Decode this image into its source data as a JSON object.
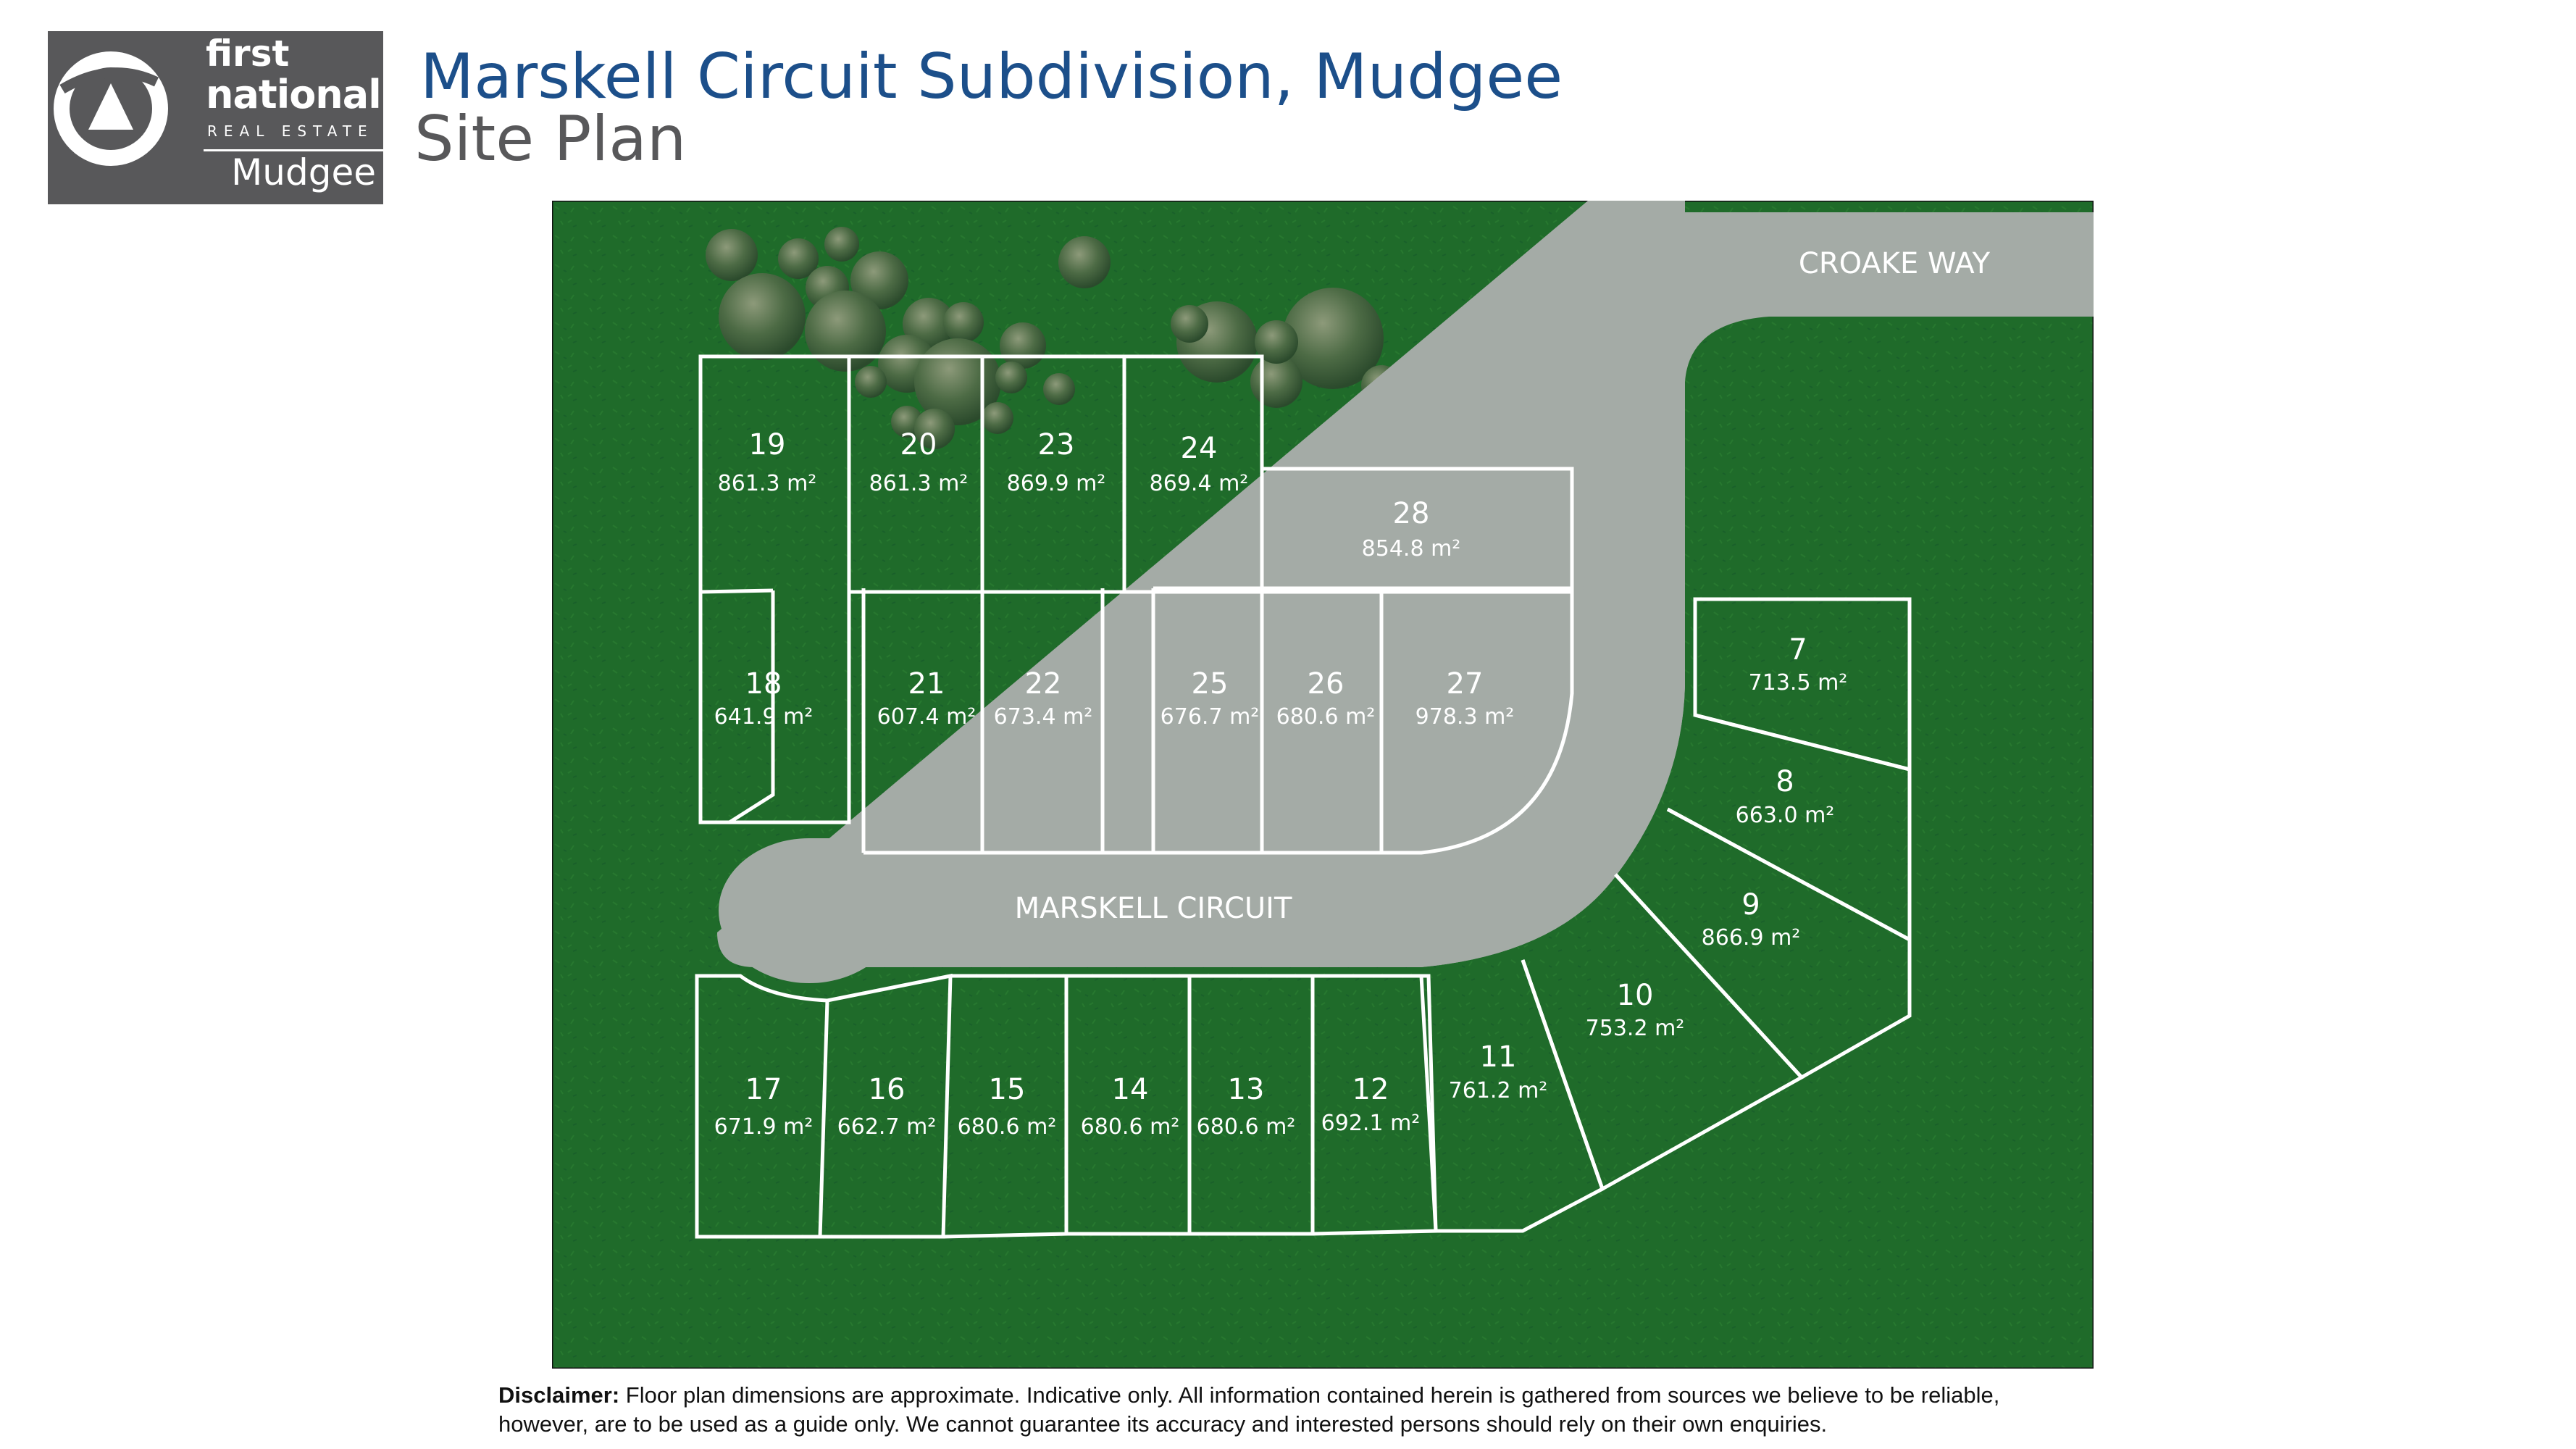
{
  "logo": {
    "line1": "first",
    "line2": "national",
    "line3": "REAL ESTATE",
    "town": "Mudgee"
  },
  "header": {
    "title": "Marskell Circuit Subdivision, Mudgee",
    "subtitle": "Site Plan"
  },
  "roads": {
    "croake_way": "CROAKE WAY",
    "marskell_circuit": "MARSKELL CIRCUIT"
  },
  "lots": [
    {
      "number": "19",
      "area": "861.3 m²"
    },
    {
      "number": "20",
      "area": "861.3 m²"
    },
    {
      "number": "23",
      "area": "869.9 m²"
    },
    {
      "number": "24",
      "area": "869.4 m²"
    },
    {
      "number": "28",
      "area": "854.8 m²"
    },
    {
      "number": "18",
      "area": "641.9 m²"
    },
    {
      "number": "21",
      "area": "607.4 m²"
    },
    {
      "number": "22",
      "area": "673.4 m²"
    },
    {
      "number": "25",
      "area": "676.7 m²"
    },
    {
      "number": "26",
      "area": "680.6 m²"
    },
    {
      "number": "27",
      "area": "978.3 m²"
    },
    {
      "number": "7",
      "area": "713.5 m²"
    },
    {
      "number": "8",
      "area": "663.0 m²"
    },
    {
      "number": "9",
      "area": "866.9 m²"
    },
    {
      "number": "10",
      "area": "753.2 m²"
    },
    {
      "number": "11",
      "area": "761.2 m²"
    },
    {
      "number": "12",
      "area": "692.1 m²"
    },
    {
      "number": "13",
      "area": "680.6 m²"
    },
    {
      "number": "14",
      "area": "680.6 m²"
    },
    {
      "number": "15",
      "area": "680.6 m²"
    },
    {
      "number": "16",
      "area": "662.7 m²"
    },
    {
      "number": "17",
      "area": "671.9 m²"
    }
  ],
  "disclaimer": {
    "label": "Disclaimer:",
    "text": " Floor plan dimensions are approximate. Indicative only. All information contained herein is gathered from sources we believe to be reliable, however, are to be used as a guide only. We cannot guarantee its accuracy and interested persons should rely on their own enquiries."
  },
  "colors": {
    "grass": "#1f6b2a",
    "road": "#a4aba6",
    "title_blue": "#1c4f8a",
    "logo_grey": "#58585a"
  }
}
